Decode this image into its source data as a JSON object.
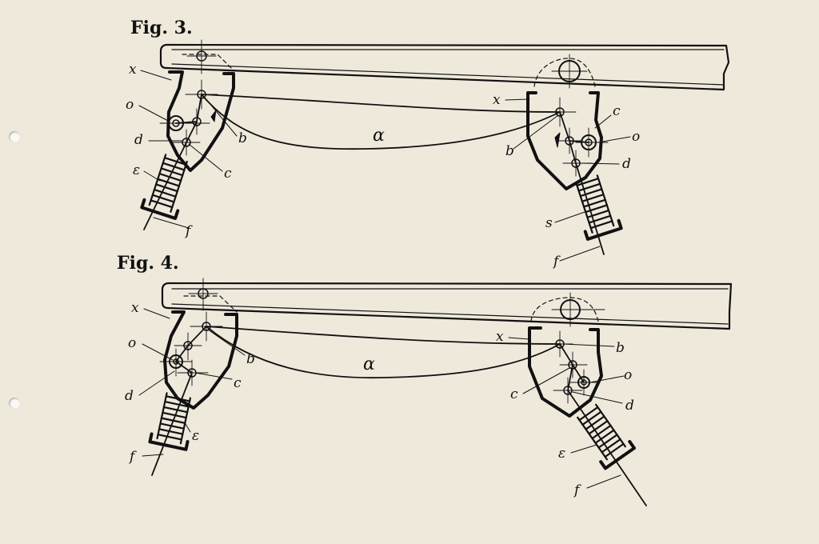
{
  "figures": [
    {
      "title": "Fig. 3.",
      "labels": {
        "left": {
          "x": "x",
          "o": "o",
          "d": "d",
          "e": "ε",
          "f": "f",
          "b": "b",
          "c": "c"
        },
        "center": "α",
        "right": {
          "x": "x",
          "c": "c",
          "o": "o",
          "b": "b",
          "d": "d",
          "s": "s",
          "f": "f"
        }
      }
    },
    {
      "title": "Fig. 4.",
      "labels": {
        "left": {
          "x": "x",
          "o": "o",
          "d": "d",
          "f": "f",
          "b": "b",
          "c": "c",
          "e": "ε"
        },
        "center": "α",
        "right": {
          "x": "x",
          "b": "b",
          "c": "c",
          "o": "o",
          "d": "d",
          "e": "ε",
          "f": "f"
        }
      }
    }
  ],
  "colors": {
    "paper": "#efe9dc",
    "ink": "#111111"
  }
}
